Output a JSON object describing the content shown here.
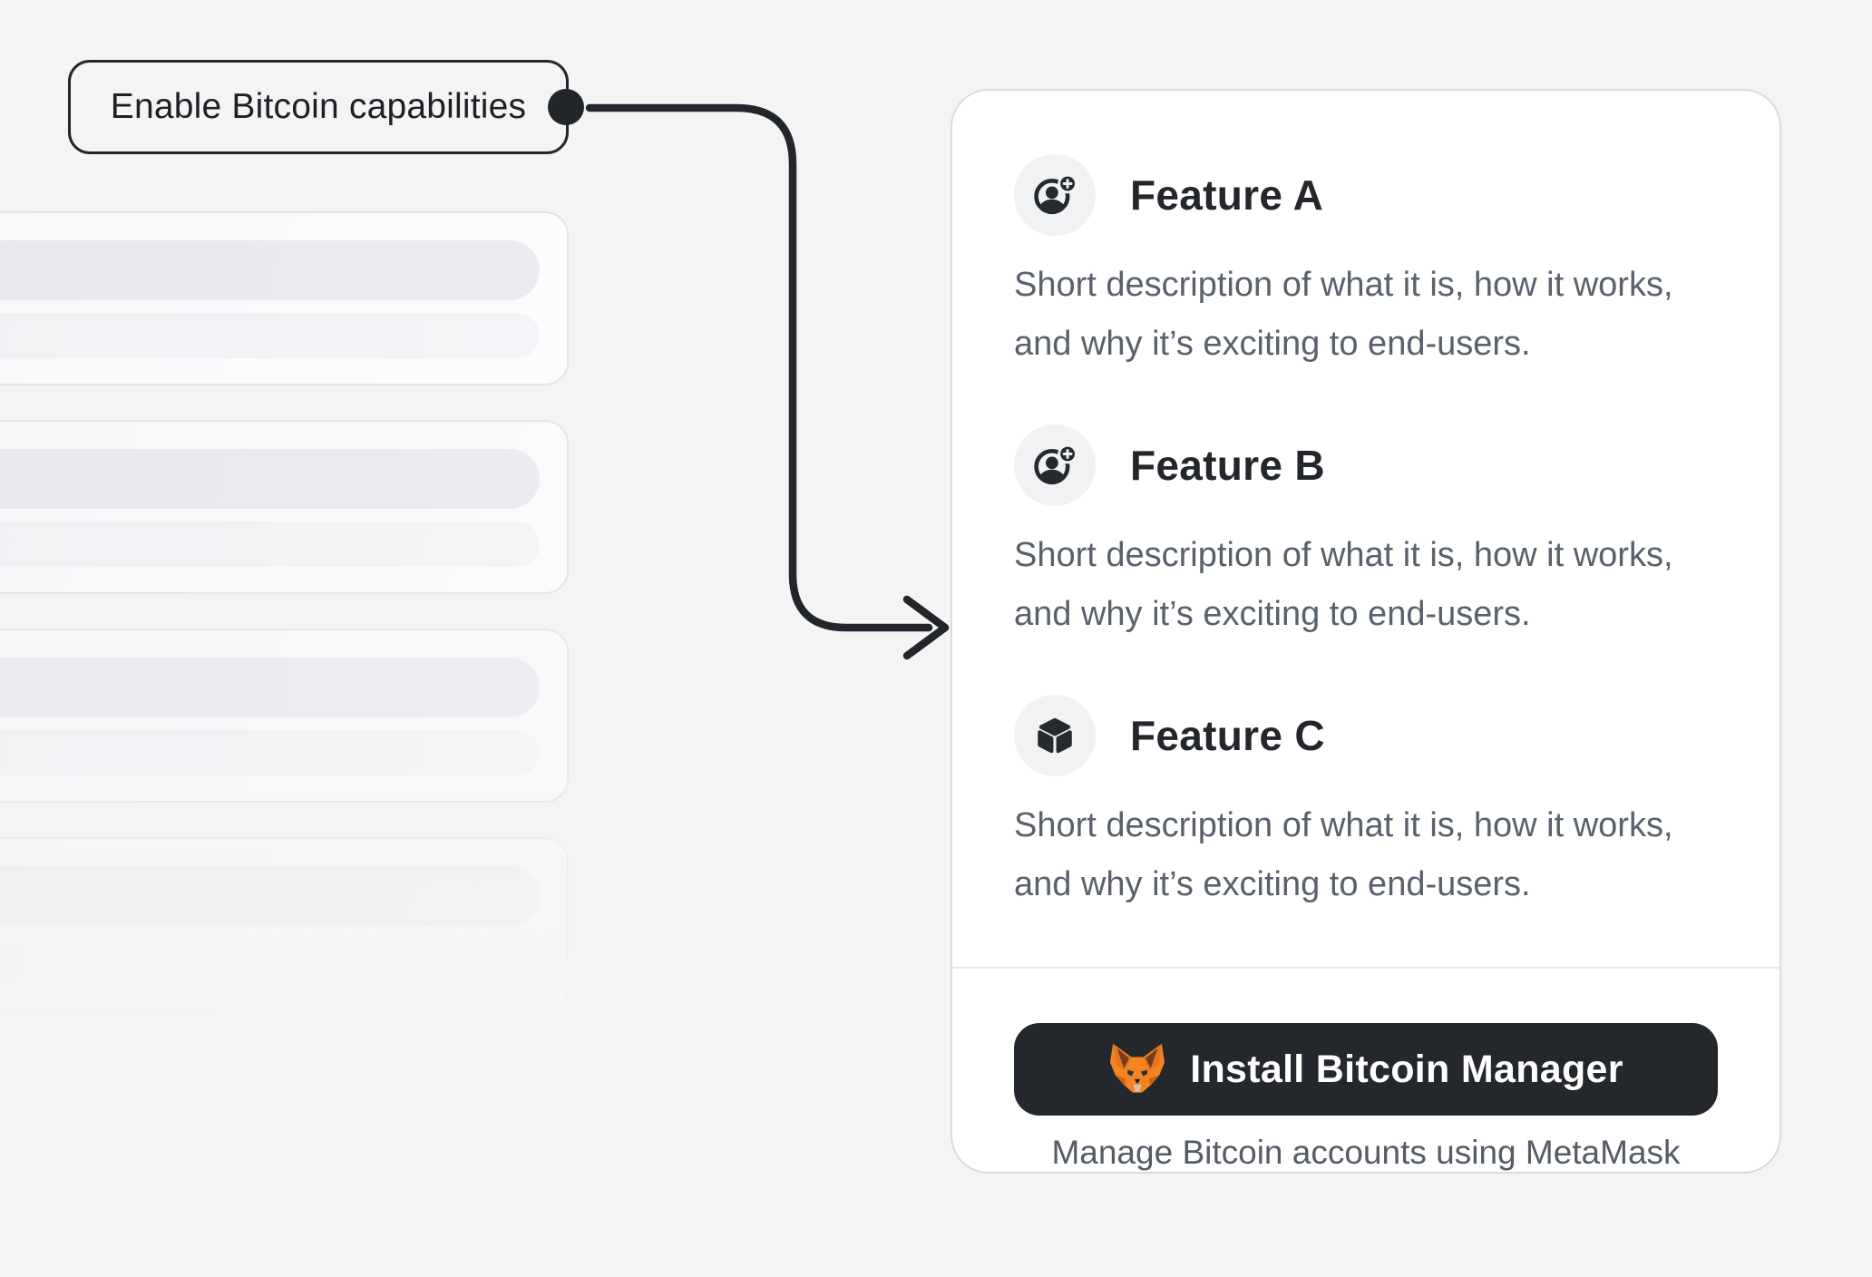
{
  "callout": {
    "label": "Enable Bitcoin capabilities"
  },
  "card": {
    "features": [
      {
        "title": "Feature A",
        "icon": "person-add-icon",
        "description": "Short description of what it is, how it works, and why it’s exciting to end-users."
      },
      {
        "title": "Feature B",
        "icon": "person-add-icon",
        "description": "Short description of what it is, how it works, and why it’s exciting to end-users."
      },
      {
        "title": "Feature C",
        "icon": "cube-icon",
        "description": "Short description of what it is, how it works, and why it’s exciting to end-users."
      }
    ],
    "install_button": {
      "label": "Install Bitcoin Manager",
      "icon": "metamask-fox-icon"
    },
    "caption": "Manage Bitcoin accounts using MetaMask"
  },
  "skeleton": {
    "rows": 5,
    "bars_per_row": 2
  },
  "colors": {
    "page_bg": "#f4f4f5",
    "card_bg": "#ffffff",
    "card_border": "#d9dcdf",
    "button_bg": "#24272b",
    "button_text": "#ffffff",
    "heading_text": "#23262a",
    "body_text": "#59616c",
    "connector": "#22262a",
    "icon_circle_bg": "#f1f2f4",
    "metamask_orange": "#f5841f"
  }
}
